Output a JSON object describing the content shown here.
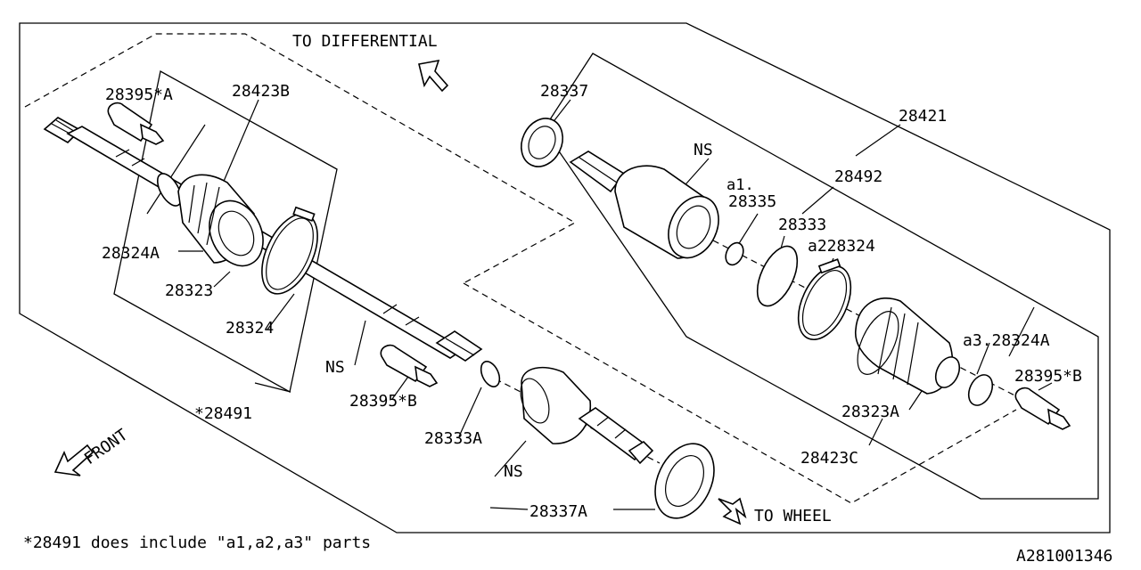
{
  "labels": {
    "to_differential": "TO DIFFERENTIAL",
    "to_wheel": "TO WHEEL",
    "front": "FRONT",
    "p28395_a": "28395*A",
    "p28423b": "28423B",
    "p28324a": "28324A",
    "p28323": "28323",
    "p28324": "28324",
    "ns_shaft": "NS",
    "p28491": "*28491",
    "p28395_b_mid": "28395*B",
    "p28333a": "28333A",
    "ns_outer": "NS",
    "p28337a": "28337A",
    "p28337": "28337",
    "ns_inner": "NS",
    "a1": "a1.",
    "p28335": "28335",
    "p28421": "28421",
    "p28492": "28492",
    "p28333": "28333",
    "a2_28324": "a228324",
    "a3_28324a": "a3.28324A",
    "p28395_b_right": "28395*B",
    "p28323a": "28323A",
    "p28423c": "28423C"
  },
  "footnote": "*28491 does include \"a1,a2,a3\" parts",
  "diagram_id": "A281001346"
}
